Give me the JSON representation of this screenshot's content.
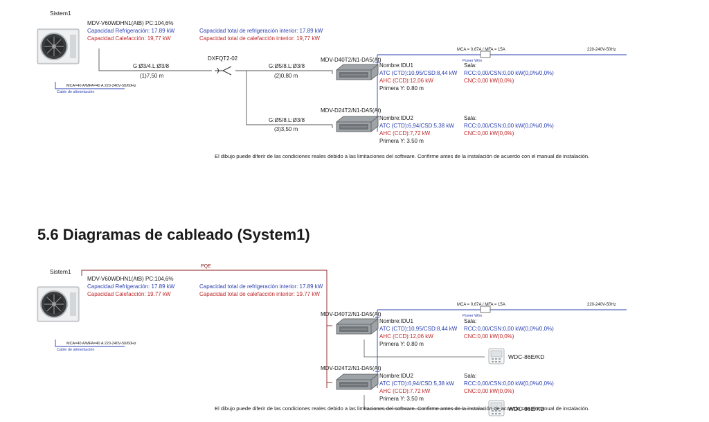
{
  "heading": "5.6 Diagramas de cableado (System1)",
  "top": {
    "system_label": "Sistem1",
    "odu_model": "MDV-V60WDHN1(AtB)  PC:104,6%",
    "cap_refrig": "Capacidad Refrigeración: 17.89 kW",
    "cap_calef": "Capacidad Calefacción: 19,77 kW",
    "cap_total_refrig": "Capacidad total de refrigeración interior: 17.89 kW",
    "cap_total_calef": "Capacidad total de calefacción interior: 19,77 kW",
    "mca_odu": "MCA=40 A/MFA=40 A  220-240V-50/60Hz",
    "cable_label": "Cable de alimentación",
    "branch_name": "DXFQT2-02",
    "pipe_main": "G:Ø3/4.L:Ø3/8",
    "pipe_main_len": "(1)7,50 m",
    "pipe_1": "G:Ø5/8.L:Ø3/8",
    "pipe_1_len": "(2)0,80 m",
    "pipe_2": "G:Ø5/8.L:Ø3/8",
    "pipe_2_len": "(3)3,50 m",
    "mca_idu": "MCA = 0,67A / MFA = 15A",
    "power_idu": "220-240V-50Hz",
    "power_wire": "Power Wire",
    "idu1": {
      "model": "MDV-D40T2/N1-DA5(At)",
      "name": "Nombre:IDU1",
      "atc": "ATC (CTD):10,95/CSD:8,44 kW",
      "ahc": "AHC (CCD):12,06 kW",
      "primera": "Primera Y: 0.80 m",
      "sala": "Sala:",
      "rcc": "RCC:0,00/CSN:0,00 kW(0,0%/0,0%)",
      "cnc": "CNC:0,00 kW(0,0%)"
    },
    "idu2": {
      "model": "MDV-D24T2/N1-DA5(At)",
      "name": "Nombre:IDU2",
      "atc": "ATC (CTD):6,94/CSD:5,38 kW",
      "ahc": "AHC (CCD):7,72 kW",
      "primera": "Primera Y: 3.50 m",
      "sala": "Sala:",
      "rcc": "RCC:0,00/CSN:0,00 kW(0,0%/0,0%)",
      "cnc": "CNC:0,00 kW(0,0%)"
    },
    "disclaimer": "El dibujo puede diferir de las condiciones reales debido a las limitaciones del software. Confirme antes de la instalación de acuerdo con el manual de instalación."
  },
  "bottom": {
    "system_label": "Sistem1",
    "odu_model": "MDV-V60WDHN1(AtB)  PC:104,6%",
    "cap_refrig": "Capacidad Refrigeración: 17.89 kW",
    "cap_calef": "Capacidad Calefacción: 19.77 kW",
    "cap_total_refrig": "Capacidad total de refrigeración interior: 17.89 kW",
    "cap_total_calef": "Capacidad total de calefacción interior: 19.77 kW",
    "mca_odu": "MCA=40 A/MFA=40 A  220-240V-50/60Hz",
    "cable_label": "Cable de alimentación",
    "pqe": "PQE",
    "mca_idu": "MCA = 0,67A / MFA = 15A",
    "power_idu": "220-240V-50Hz",
    "power_wire": "Power Wire",
    "controller": "WDC-86E/KD",
    "idu1": {
      "model": "MDV-D40T2/N1-DA5(At)",
      "name": "Nombre:IDU1",
      "atc": "ATC (CTD):10,95/CSD:8,44 kW",
      "ahc": "AHC (CCD):12,06 kW",
      "primera": "Primera Y: 0.80 m",
      "sala": "Sala:",
      "rcc": "RCC:0,00/CSN:0,00 kW(0,0%/0,0%)",
      "cnc": "CNC:0,00 kW(0,0%)"
    },
    "idu2": {
      "model": "MDV-D24T2/N1-DA5(At)",
      "name": "Nombre:IDU2",
      "atc": "ATC (CTD):6,94/CSD:5,38 kW",
      "ahc": "AHC (CCD):7.72 kW",
      "primera": "Primera Y: 3.50 m",
      "sala": "Sala:",
      "rcc": "RCC:0,00/CSN:0,00 kW(0,0%/0,0%)",
      "cnc": "CNC:0,00 kW(0,0%)"
    },
    "disclaimer": "El dibujo puede diferir de las condiciones reales debido a las limitaciones del software. Confirme antes de la instalación de acuerdo con el manual de instalación."
  }
}
